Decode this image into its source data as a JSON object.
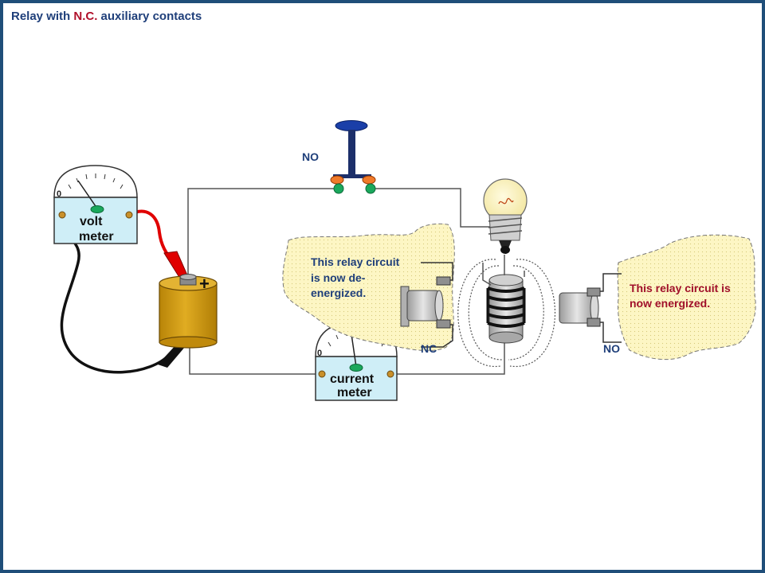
{
  "title": {
    "before": "Relay with ",
    "highlight": "N.C.",
    "after": " auxiliary contacts"
  },
  "labels": {
    "switch_no": "NO",
    "nc_contact": "NC",
    "no_contact": "NO",
    "plus_terminal": "+"
  },
  "voltmeter": {
    "zero": "0",
    "line1": "volt",
    "line2": "meter"
  },
  "ammeter": {
    "zero": "0",
    "line1": "current",
    "line2": "meter"
  },
  "callouts": {
    "left": [
      "This relay circuit",
      "is now de-",
      "energized."
    ],
    "right": [
      "This relay circuit is",
      "now energized."
    ]
  },
  "colors": {
    "title_text": "#1f3f7a",
    "title_highlight": "#b0102a",
    "right_callout_text": "#a0102a",
    "battery": "#d6a017",
    "meter_face": "#cfeef7",
    "callout_fill": "#fdf6c4",
    "button_blue": "#1a3fa8",
    "terminal_green": "#1aa85c",
    "terminal_orange": "#f07a2a"
  }
}
